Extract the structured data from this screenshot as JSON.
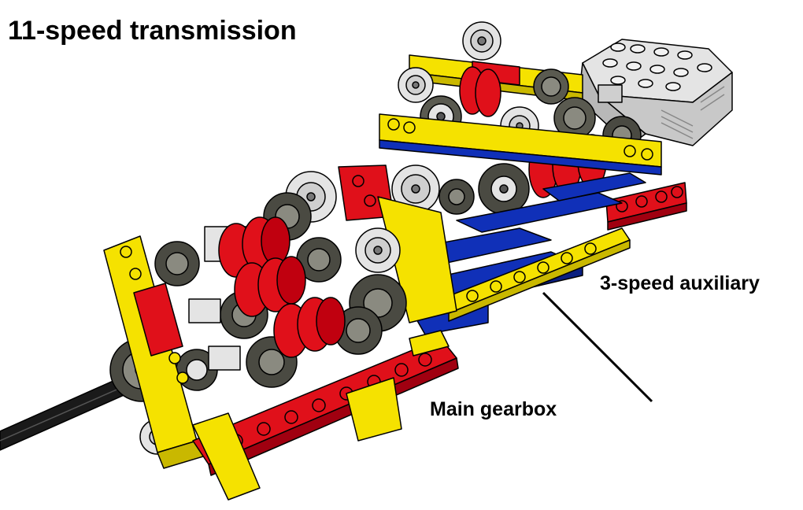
{
  "diagram": {
    "title": "11-speed transmission",
    "labels": {
      "auxiliary": "3-speed auxiliary",
      "main": "Main gearbox"
    }
  },
  "colors": {
    "background": "#ffffff",
    "brick_yellow": "#f5e200",
    "brick_red": "#e0101a",
    "brick_blue": "#1030b8",
    "brick_grey": "#d4d4d4",
    "gear_dark": "#4a4a42",
    "gear_light": "#e6e6e6",
    "axle_black": "#1a1a1a",
    "outline": "#000000",
    "leader_line": "#000000"
  },
  "icons": [
    "gear-icon",
    "motor-icon",
    "axle-icon"
  ]
}
